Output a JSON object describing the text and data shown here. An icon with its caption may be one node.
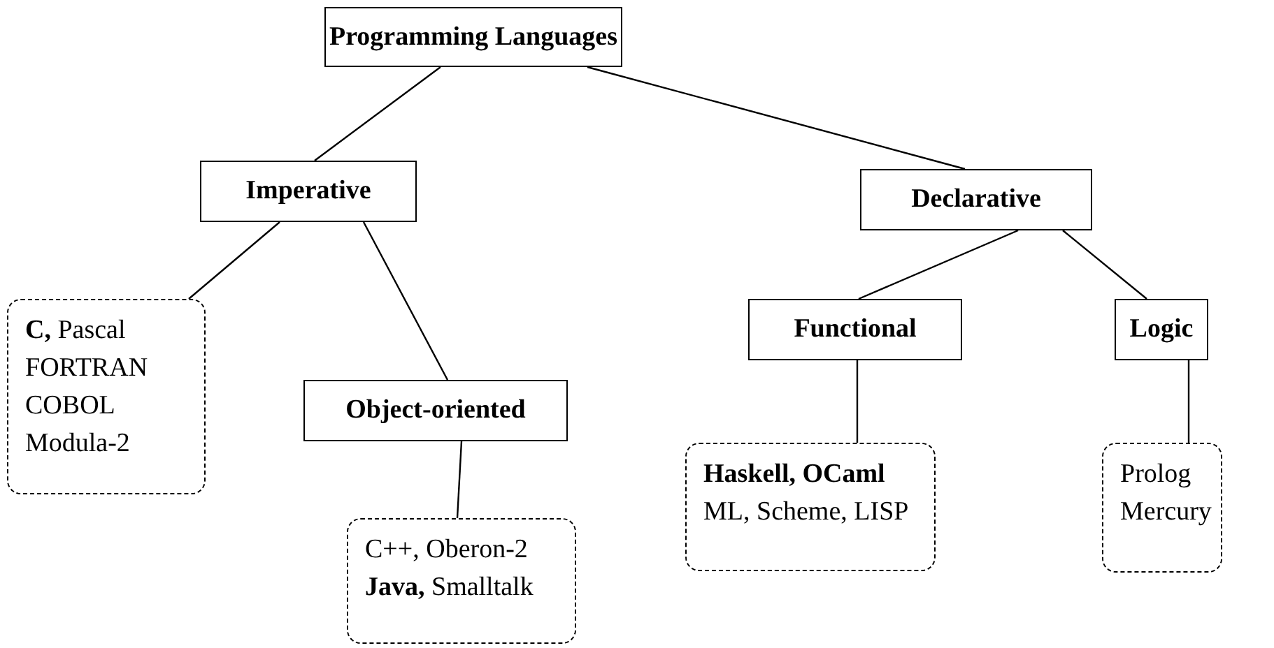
{
  "diagram": {
    "nodes": [
      {
        "text": [
          "Programming Languages"
        ]
      },
      {
        "text": [
          "Imperative"
        ]
      },
      {
        "text": [
          "Declarative"
        ]
      },
      {
        "text": [
          "**C,** Pascal",
          "FORTRAN",
          "COBOL",
          "Modula-2"
        ]
      },
      {
        "text": [
          "Object-oriented"
        ]
      },
      {
        "text": [
          "Functional"
        ]
      },
      {
        "text": [
          "Logic"
        ]
      },
      {
        "text": [
          "C++, Oberon-2",
          "**Java,** Smalltalk"
        ]
      },
      {
        "text": [
          "**Haskell, OCaml**",
          "ML, Scheme, LISP"
        ]
      },
      {
        "text": [
          "Prolog",
          "Mercury"
        ]
      }
    ],
    "edges": [
      {
        "from": 0,
        "to": 1,
        "arrow": "none"
      },
      {
        "from": 0,
        "to": 2,
        "arrow": "none"
      },
      {
        "from": 1,
        "to": 3,
        "arrow": "none"
      },
      {
        "from": 1,
        "to": 4,
        "arrow": "none"
      },
      {
        "from": 2,
        "to": 5,
        "arrow": "none"
      },
      {
        "from": 2,
        "to": 6,
        "arrow": "none"
      },
      {
        "from": 4,
        "to": 7,
        "arrow": "none"
      },
      {
        "from": 5,
        "to": 8,
        "arrow": "none"
      },
      {
        "from": 6,
        "to": 9,
        "arrow": "none"
      }
    ]
  }
}
